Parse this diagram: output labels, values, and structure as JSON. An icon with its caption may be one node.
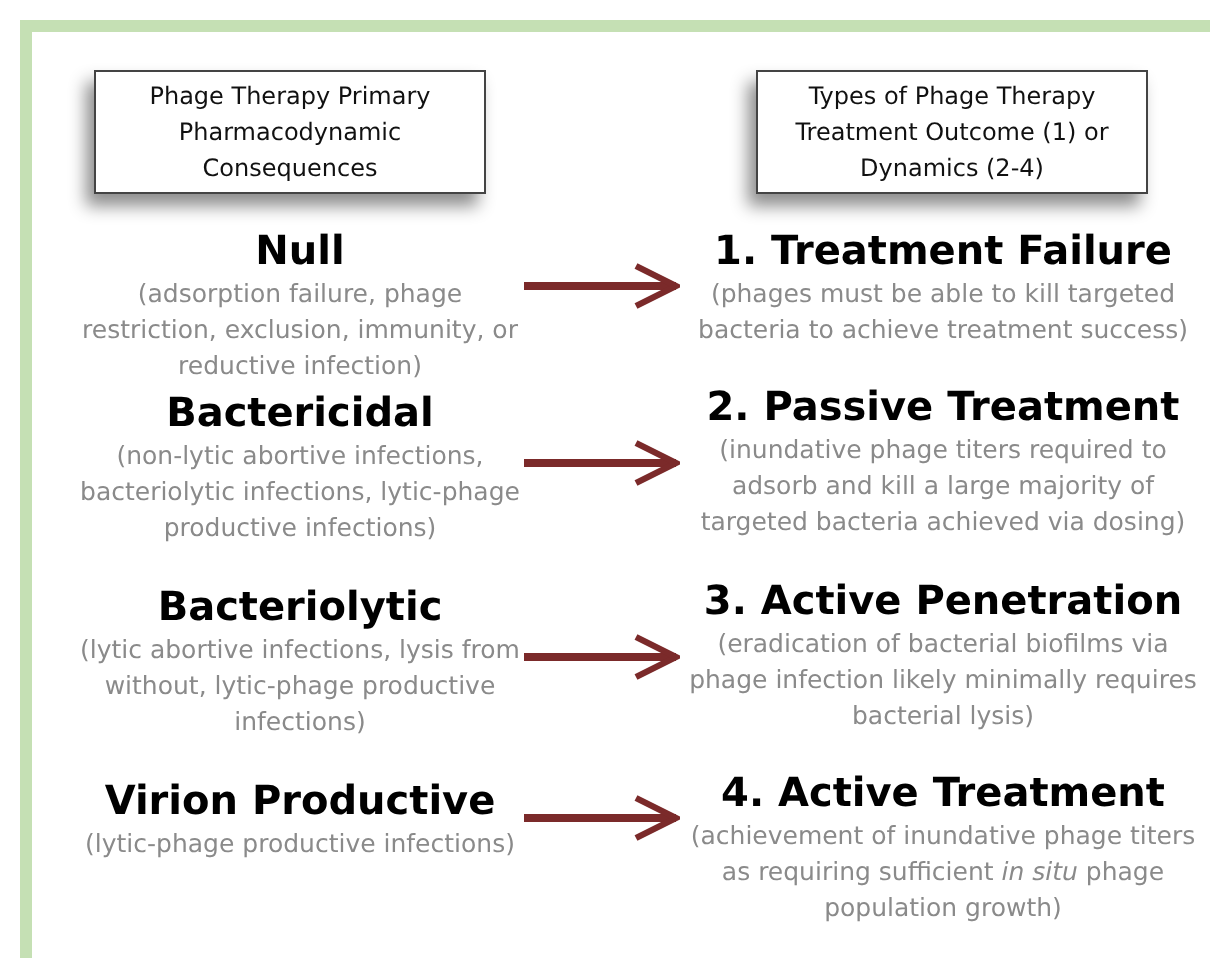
{
  "diagram": {
    "nodes": [
      {
        "text": [
          "Phage Therapy Primary Pharmacodynamic Consequences"
        ]
      },
      {
        "text": [
          "Types of Phage Therapy Treatment Outcome (1) or Dynamics (2-4)"
        ]
      },
      {
        "text": [
          "Null",
          "(adsorption failure, phage restriction, exclusion, immunity, or reductive infection)"
        ]
      },
      {
        "text": [
          "1. Treatment Failure",
          "(phages must be able to kill targeted bacteria to achieve treatment success)"
        ]
      },
      {
        "text": [
          "Bactericidal",
          "(non-lytic abortive infections, bacteriolytic infections, lytic-phage productive infections)"
        ]
      },
      {
        "text": [
          "2. Passive Treatment",
          "(inundative phage titers required to adsorb and kill a large majority of targeted bacteria achieved via dosing)"
        ]
      },
      {
        "text": [
          "Bacteriolytic",
          "(lytic abortive infections, lysis from without, lytic-phage productive infections)"
        ]
      },
      {
        "text": [
          "3. Active Penetration",
          "(eradication of bacterial biofilms via phage infection likely minimally requires bacterial lysis)"
        ]
      },
      {
        "text": [
          "Virion Productive",
          "(lytic-phage productive infections)"
        ]
      },
      {
        "text": [
          "4. Active Treatment",
          "(achievement of inundative phage titers as requiring sufficient *in situ* phage population growth)"
        ]
      }
    ],
    "edges": [
      {
        "from": 2,
        "to": 3,
        "arrow": "to"
      },
      {
        "from": 4,
        "to": 5,
        "arrow": "to"
      },
      {
        "from": 6,
        "to": 7,
        "arrow": "to"
      },
      {
        "from": 8,
        "to": 9,
        "arrow": "to"
      }
    ]
  }
}
